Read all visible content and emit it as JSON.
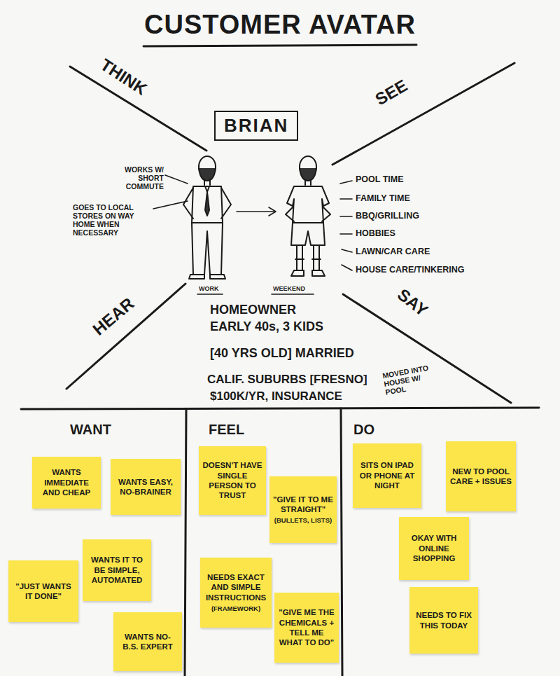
{
  "diagram": {
    "title": "CUSTOMER AVATAR",
    "nodes": [
      {
        "text": [
          "BRIAN"
        ]
      },
      {
        "text": [
          "WANTS IMMEDIATE AND CHEAP"
        ]
      },
      {
        "text": [
          "WANTS EASY, NO-BRAINER"
        ]
      },
      {
        "text": [
          "WANTS IT TO BE SIMPLE, AUTOMATED"
        ]
      },
      {
        "text": [
          "\"JUST WANTS IT DONE\""
        ]
      },
      {
        "text": [
          "WANTS NO-B.S. EXPERT"
        ]
      },
      {
        "text": [
          "DOESN'T HAVE SINGLE PERSON TO TRUST"
        ]
      },
      {
        "text": [
          "\"GIVE IT TO ME STRAIGHT\"",
          "(BULLETS, LISTS)"
        ]
      },
      {
        "text": [
          "NEEDS EXACT AND SIMPLE INSTRUCTIONS",
          "(FRAMEWORK)"
        ]
      },
      {
        "text": [
          "\"GIVE ME THE CHEMICALS + TELL ME WHAT TO DO\""
        ]
      },
      {
        "text": [
          "SITS ON IPAD OR PHONE AT NIGHT"
        ]
      },
      {
        "text": [
          "NEW TO POOL CARE + ISSUES"
        ]
      },
      {
        "text": [
          "OKAY WITH ONLINE SHOPPING"
        ]
      },
      {
        "text": [
          "NEEDS TO FIX THIS TODAY"
        ]
      }
    ],
    "labels": [
      "THINK",
      "SEE",
      "WORKS W/ SHORT COMMUTE",
      "GOES TO LOCAL STORES ON WAY HOME WHEN NECESSARY",
      "POOL TIME",
      "FAMILY TIME",
      "BBQ/GRILLING",
      "HOBBIES",
      "LAWN/CAR CARE",
      "HOUSE CARE/TINKERING",
      "WORK",
      "WEEKEND",
      "HEAR",
      "SAY",
      "HOMEOWNER",
      "EARLY 40s, 3 KIDS",
      "[40 YRS OLD] MARRIED",
      "CALIF. SUBURBS [FRESNO]",
      "MOVED INTO HOUSE W/ POOL",
      "$100K/YR, INSURANCE",
      "WANT",
      "FEEL",
      "DO"
    ]
  }
}
